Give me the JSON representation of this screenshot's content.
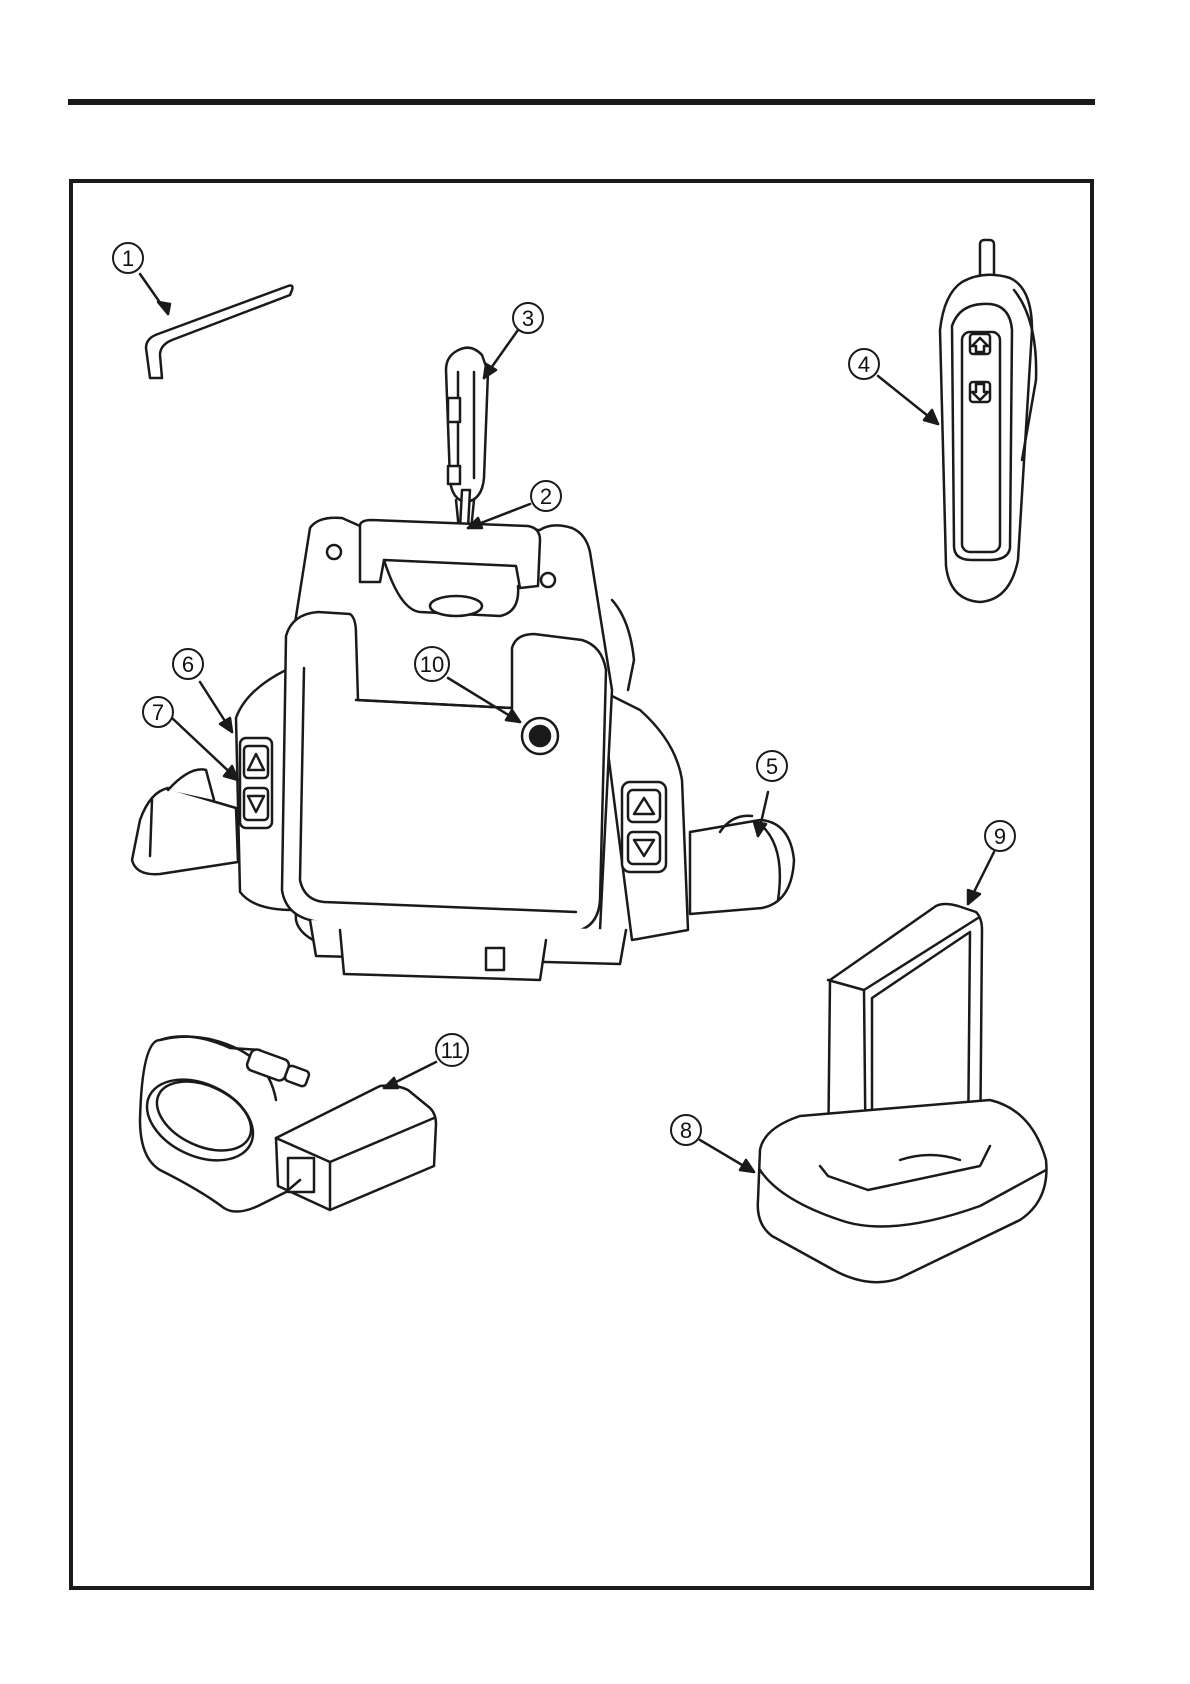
{
  "callouts": [
    {
      "id": "1",
      "label": "1"
    },
    {
      "id": "2",
      "label": "2"
    },
    {
      "id": "3",
      "label": "3"
    },
    {
      "id": "4",
      "label": "4"
    },
    {
      "id": "5",
      "label": "5"
    },
    {
      "id": "6",
      "label": "6"
    },
    {
      "id": "7",
      "label": "7"
    },
    {
      "id": "8",
      "label": "8"
    },
    {
      "id": "9",
      "label": "9"
    },
    {
      "id": "10",
      "label": "10"
    },
    {
      "id": "11",
      "label": "11"
    }
  ],
  "icons": {
    "hex_key": "hex-key-icon",
    "carabiner": "carabiner-icon",
    "hand_control": "hand-control-icon",
    "lift_motor": "lift-motor-icon",
    "battery": "battery-icon",
    "charger": "charger-icon",
    "power_adapter": "power-adapter-icon"
  },
  "colors": {
    "ink": "#1a1a1a",
    "fill": "#ffffff"
  }
}
